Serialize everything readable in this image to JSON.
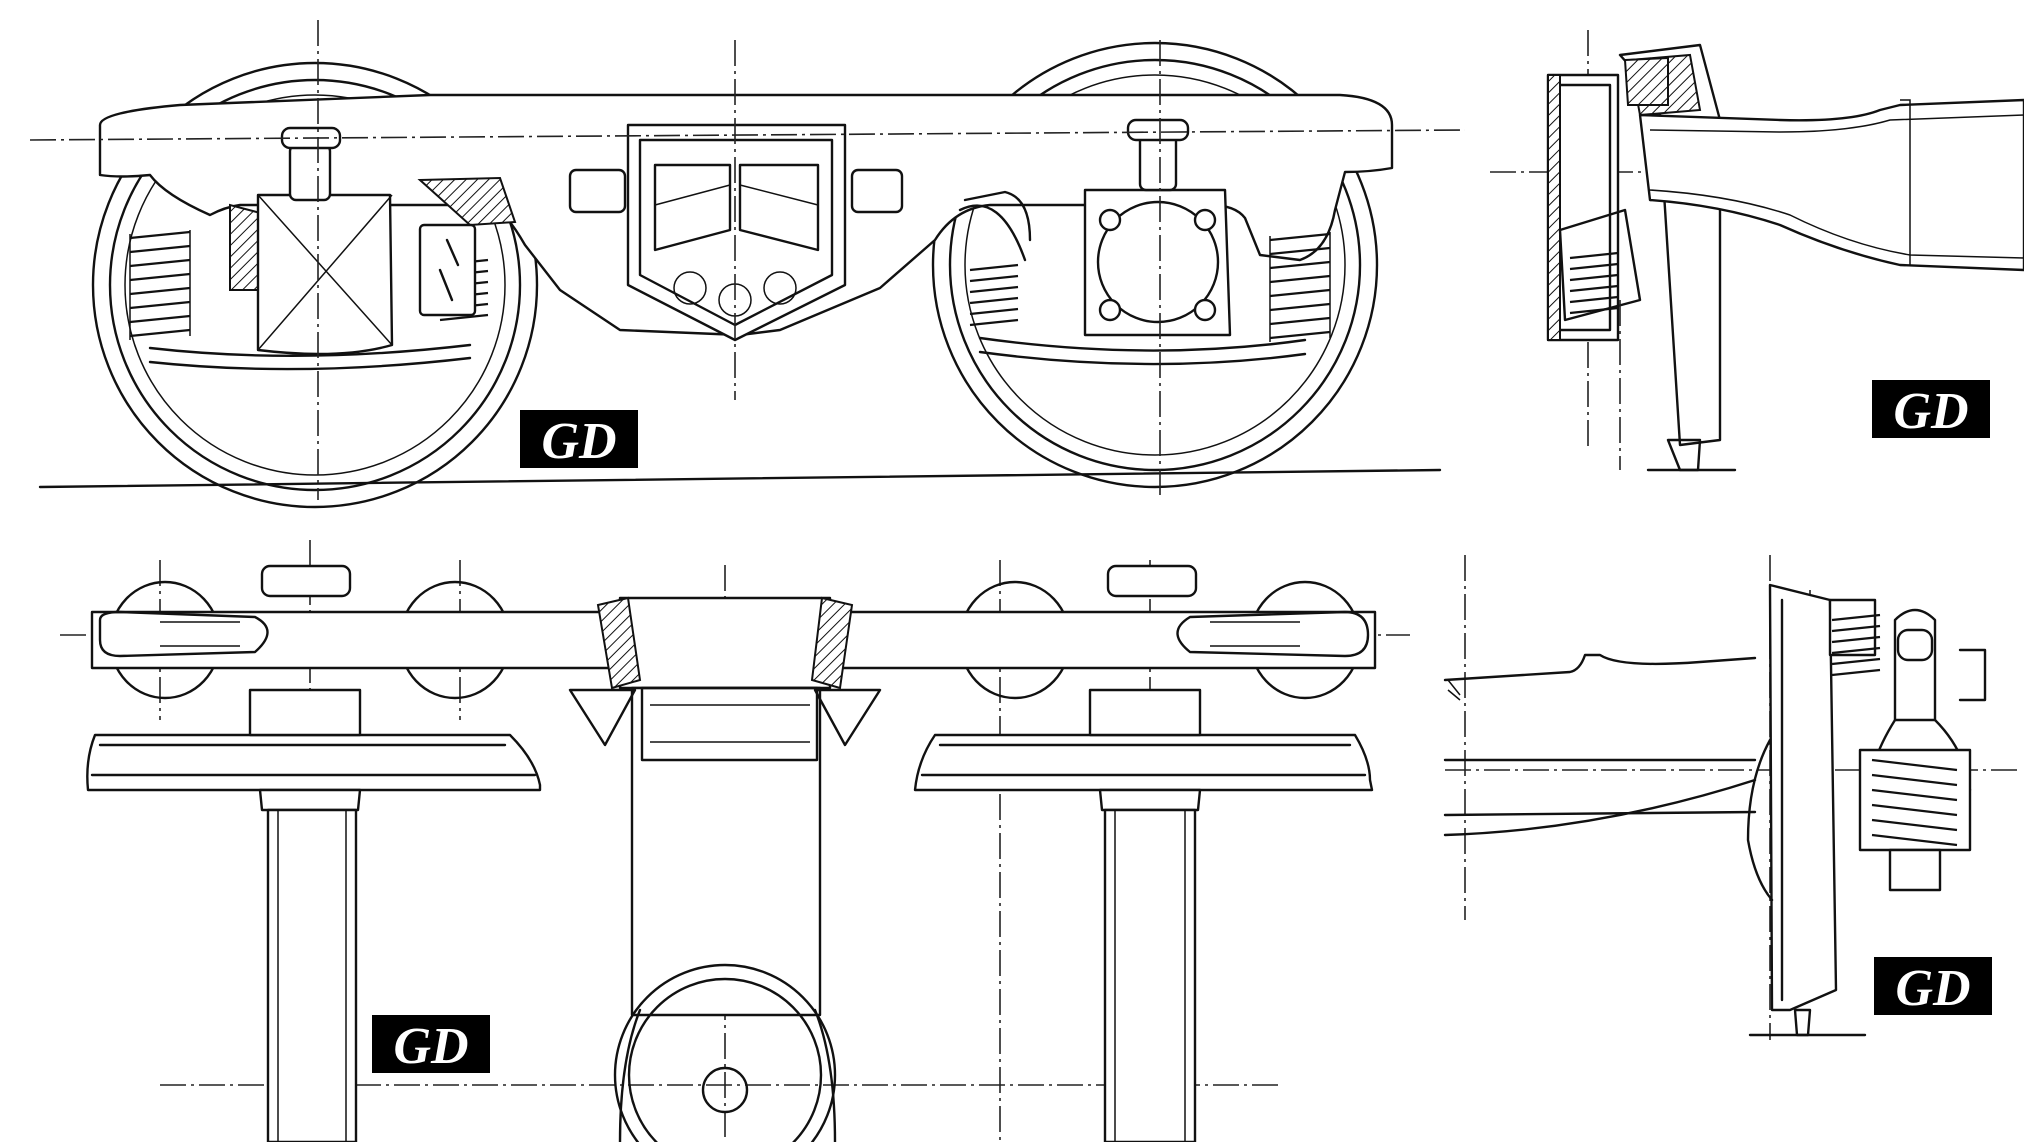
{
  "drawing": {
    "background": "#ffffff",
    "line_color": "#111111",
    "views": [
      {
        "name": "bogie-side-elevation",
        "logo_text": "GD"
      },
      {
        "name": "axle-end-section",
        "logo_text": "GD"
      },
      {
        "name": "bogie-plan-view",
        "logo_text": "GD"
      },
      {
        "name": "axlebox-end-view",
        "logo_text": "GD"
      }
    ]
  }
}
